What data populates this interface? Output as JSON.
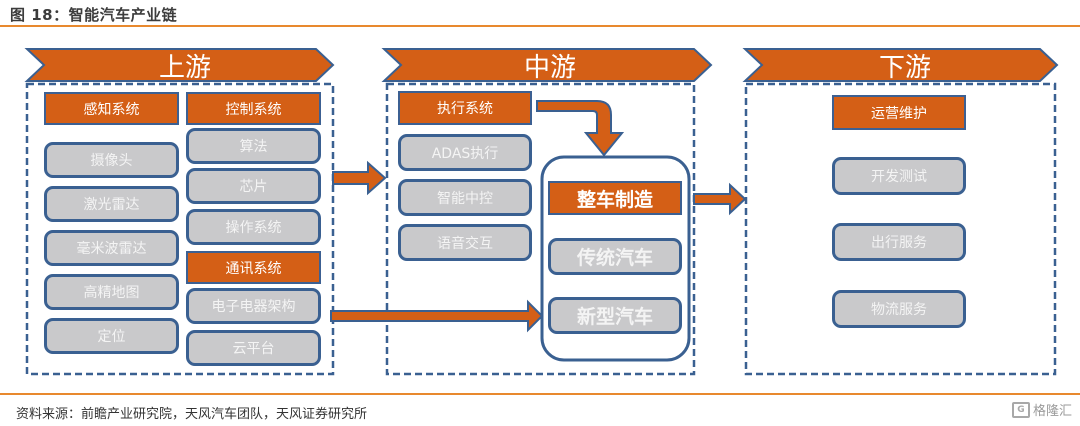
{
  "figure": {
    "title": "图 18：智能汽车产业链",
    "source": "资料来源：前瞻产业研究院，天风汽车团队，天风证券研究所",
    "watermark": "格隆汇"
  },
  "colors": {
    "accent_orange": "#d45f16",
    "border_blue": "#3a6091",
    "item_gray": "#c9c9cb",
    "rule_orange": "#e8892e"
  },
  "upstream": {
    "label": "上游",
    "perception": {
      "header": "感知系统",
      "items": [
        "摄像头",
        "激光雷达",
        "毫米波雷达",
        "高精地图",
        "定位"
      ]
    },
    "control": {
      "header": "控制系统",
      "items": [
        "算法",
        "芯片",
        "操作系统"
      ]
    },
    "communication": {
      "header": "通讯系统",
      "items": [
        "电子电器架构",
        "云平台"
      ]
    }
  },
  "midstream": {
    "label": "中游",
    "execution": {
      "header": "执行系统",
      "items": [
        "ADAS执行",
        "智能中控",
        "语音交互"
      ]
    },
    "manufacturing": {
      "header": "整车制造",
      "items": [
        "传统汽车",
        "新型汽车"
      ]
    }
  },
  "downstream": {
    "label": "下游",
    "header": "运营维护",
    "items": [
      "开发测试",
      "出行服务",
      "物流服务"
    ]
  }
}
